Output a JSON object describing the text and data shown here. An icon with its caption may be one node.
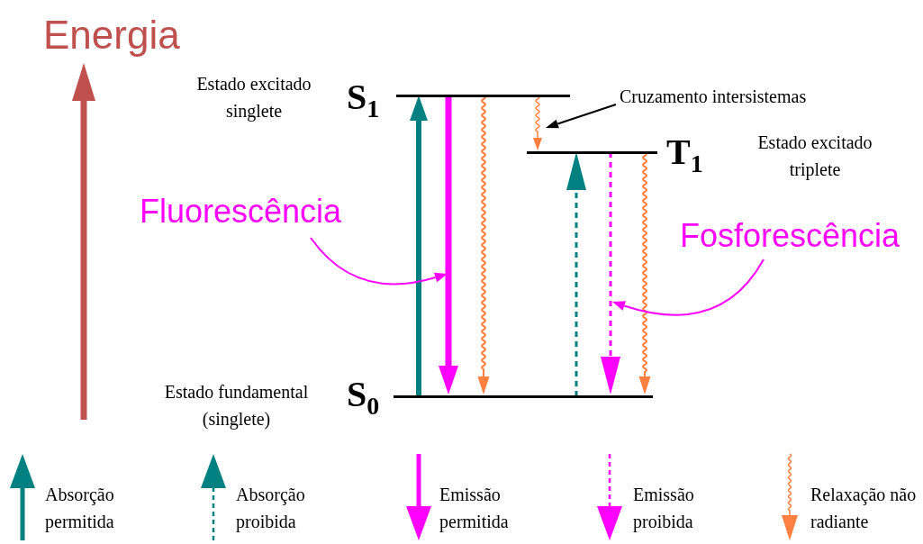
{
  "diagram": {
    "nodes": [
      {
        "text": [
          "S$_{1}$"
        ]
      },
      {
        "text": [
          "T$_{1}$"
        ]
      },
      {
        "text": [
          "S$_{0}$"
        ]
      },
      {
        "text": [
          "Cruzamento intersistemas"
        ]
      },
      {
        "text": [
          "Fluorescência"
        ]
      },
      {
        "text": [
          "Fosforescência"
        ]
      }
    ],
    "edges": [
      {
        "from": 2,
        "to": 0,
        "arrow": "to",
        "style": "thick",
        "color": "#008080"
      },
      {
        "from": 0,
        "to": 2,
        "arrow": "to",
        "style": "thick",
        "color": "#ff00ff"
      },
      {
        "from": 0,
        "to": 2,
        "arrow": "to",
        "color": "#ff8040"
      },
      {
        "from": 0,
        "to": 1,
        "arrow": "to",
        "color": "#ff8040"
      },
      {
        "from": 2,
        "to": 1,
        "arrow": "to",
        "style": "dashed",
        "color": "#008080"
      },
      {
        "from": 1,
        "to": 2,
        "arrow": "to",
        "style": "dashed",
        "color": "#ff00ff"
      },
      {
        "from": 1,
        "to": 2,
        "arrow": "to",
        "color": "#ff8040"
      },
      {
        "from": 3,
        "to": null,
        "arrow": "to",
        "color": "#000000"
      },
      {
        "from": 4,
        "to": null,
        "arrow": "to",
        "color": "#ff00ff"
      },
      {
        "from": 5,
        "to": null,
        "arrow": "to",
        "color": "#ff00ff"
      }
    ],
    "labels": [
      "Energia",
      "Estado excitado singlete",
      "Estado excitado triplete",
      "Estado fundamental (singlete)"
    ],
    "legend": [
      {
        "text": "Absorção permitida"
      },
      {
        "text": "Absorção proibida"
      },
      {
        "text": "Emissão permitida"
      },
      {
        "text": "Emissão proibida"
      },
      {
        "text": "Relaxação não radiante"
      }
    ]
  }
}
